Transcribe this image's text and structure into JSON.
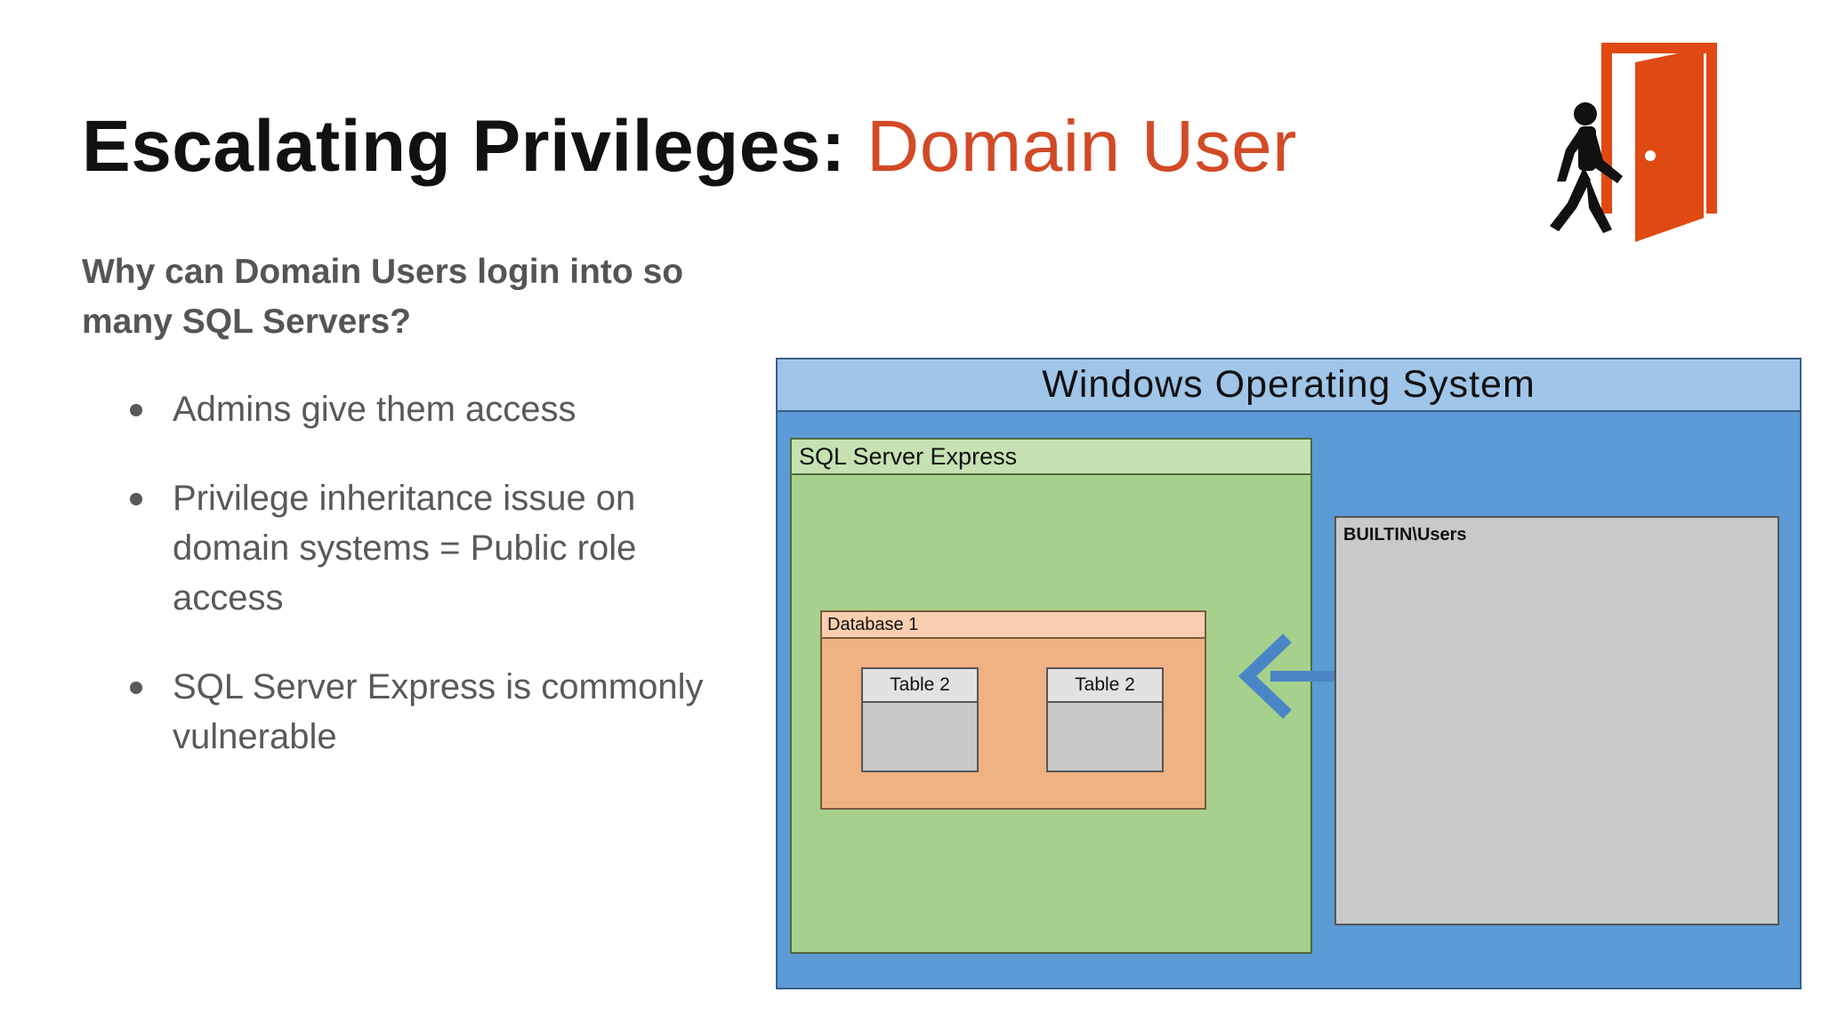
{
  "title": {
    "main": "Escalating Privileges:",
    "accent": "Domain User"
  },
  "question": "Why can Domain Users login into so many SQL Servers?",
  "bullets": [
    "Admins give them access",
    "Privilege inheritance issue on domain systems = Public role access",
    "SQL Server Express is commonly vulnerable"
  ],
  "diagram": {
    "os_label": "Windows Operating System",
    "sql_label": "SQL Server Express",
    "db_label": "Database 1",
    "tables": [
      "Table 2",
      "Table 2"
    ],
    "users_label": "BUILTIN\\Users"
  },
  "icons": [
    "exit-door-icon",
    "left-arrow-icon"
  ],
  "colors": {
    "accent": "#d24a26",
    "os_fill": "#5b9ad6",
    "sql_fill": "#a6d18d",
    "db_fill": "#f0b183",
    "users_fill": "#c9c9cb"
  }
}
